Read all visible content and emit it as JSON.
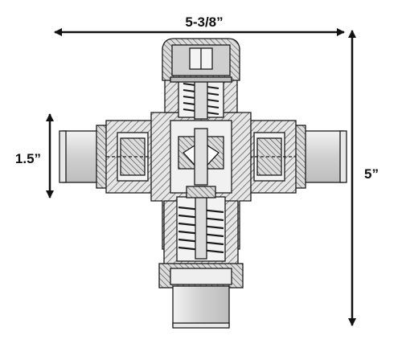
{
  "dimensions": {
    "width_label": "5-3/8”",
    "height_label": "5”",
    "inlet_label": "1.5”"
  },
  "colors": {
    "ink": "#1a1a1a",
    "metal": "#d9d9d9",
    "hatch": "#555555",
    "cap": "#bfbfbf"
  }
}
